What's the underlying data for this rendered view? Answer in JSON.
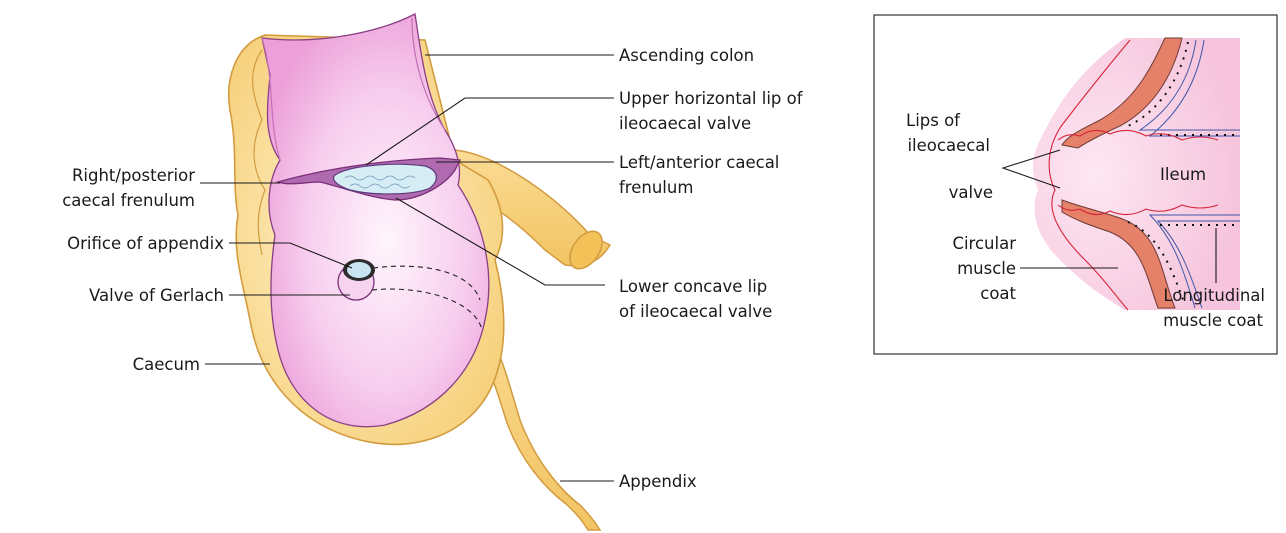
{
  "colors": {
    "caecum_wall": "#f8d27a",
    "caecum_outline": "#d39b3f",
    "mucosa_pink": "#f3bce6",
    "mucosa_outline": "#8a3f86",
    "valve_lip": "#b46fb0",
    "mucous_blue": "#cfe7f3",
    "muscle_circular": "#e07b66",
    "longitudinal_line": "#4a5aa8",
    "wavy_red": "#d8233a",
    "frame": "#333333"
  },
  "main_labels": {
    "ascending_colon": "Ascending colon",
    "upper_lip_1": "Upper horizontal lip of",
    "upper_lip_2": "ileocaecal valve",
    "left_frenulum_1": "Left/anterior caecal",
    "left_frenulum_2": "frenulum",
    "right_frenulum_1": "Right/posterior",
    "right_frenulum_2": "caecal frenulum",
    "orifice_appendix": "Orifice of appendix",
    "valve_gerlach": "Valve of Gerlach",
    "lower_lip_1": "Lower concave lip",
    "lower_lip_2": "of ileocaecal valve",
    "caecum": "Caecum",
    "appendix": "Appendix"
  },
  "inset_labels": {
    "lips_1": "Lips of",
    "lips_2": "ileocaecal",
    "lips_3": "valve",
    "ileum": "Ileum",
    "circular_1": "Circular",
    "circular_2": "muscle",
    "circular_3": "coat",
    "longitudinal_1": "Longitudinal",
    "longitudinal_2": "muscle coat"
  }
}
